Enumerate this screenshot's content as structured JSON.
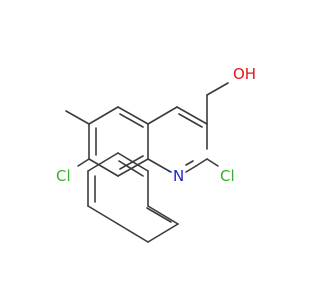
{
  "molecule": {
    "atom_labels": {
      "oh": "OH",
      "n": "N",
      "cl_left": "Cl",
      "cl_right": "Cl"
    },
    "colors": {
      "carbon": "#3b3b3b",
      "oxygen": "#e0161a",
      "nitrogen": "#1f24c8",
      "chlorine": "#33b32a",
      "background": "#ffffff"
    }
  }
}
